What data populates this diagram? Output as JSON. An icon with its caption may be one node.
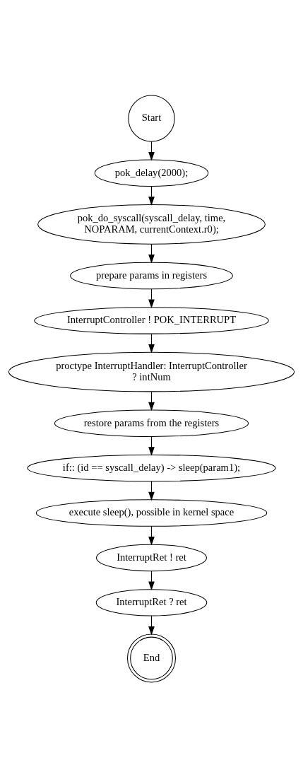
{
  "diagram": {
    "nodes": [
      {
        "text": [
          "Start"
        ]
      },
      {
        "text": [
          "pok_delay(2000);"
        ]
      },
      {
        "text": [
          "pok_do_syscall(syscall_delay, time, NOPARAM, currentContext.r0);"
        ]
      },
      {
        "text": [
          "prepare params in registers"
        ]
      },
      {
        "text": [
          "InterruptController ! POK_INTERRUPT"
        ]
      },
      {
        "text": [
          "proctype InterruptHandler: InterruptController ? intNum"
        ]
      },
      {
        "text": [
          "restore params from the registers"
        ]
      },
      {
        "text": [
          "if:: (id == syscall_delay) -> sleep(param1);"
        ]
      },
      {
        "text": [
          "execute sleep(), possible in kernel space"
        ]
      },
      {
        "text": [
          "InterruptRet ! ret"
        ]
      },
      {
        "text": [
          "InterruptRet ? ret"
        ]
      },
      {
        "text": [
          "End"
        ]
      }
    ],
    "edges": [
      {
        "from": 0,
        "to": 1,
        "arrow": "to"
      },
      {
        "from": 1,
        "to": 2,
        "arrow": "to"
      },
      {
        "from": 2,
        "to": 3,
        "arrow": "to"
      },
      {
        "from": 3,
        "to": 4,
        "arrow": "to"
      },
      {
        "from": 4,
        "to": 5,
        "arrow": "to"
      },
      {
        "from": 5,
        "to": 6,
        "arrow": "to"
      },
      {
        "from": 6,
        "to": 7,
        "arrow": "to"
      },
      {
        "from": 7,
        "to": 8,
        "arrow": "to"
      },
      {
        "from": 8,
        "to": 9,
        "arrow": "to"
      },
      {
        "from": 9,
        "to": 10,
        "arrow": "to"
      },
      {
        "from": 10,
        "to": 11,
        "arrow": "to"
      }
    ]
  }
}
